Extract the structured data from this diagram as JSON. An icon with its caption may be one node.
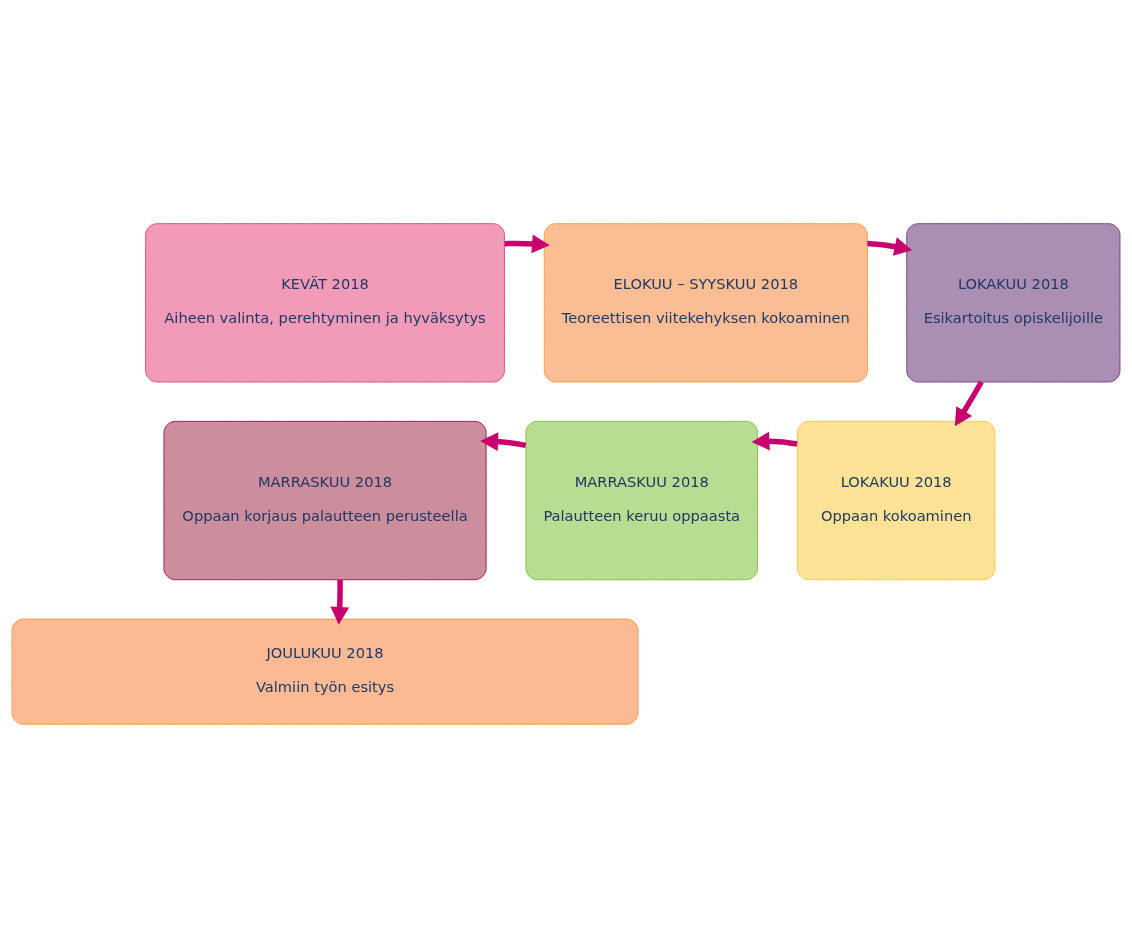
{
  "diagram": {
    "nodes": [
      {
        "text": [
          "KEVÄT 2018",
          "Aiheen valinta, perehtyminen ja hyväksytys"
        ]
      },
      {
        "text": [
          "ELOKUU – SYYSKUU 2018",
          "Teoreettisen viitekehyksen kokoaminen"
        ]
      },
      {
        "text": [
          "LOKAKUU 2018",
          "Esikartoitus opiskelijoille"
        ]
      },
      {
        "text": [
          "LOKAKUU 2018",
          "Oppaan kokoaminen"
        ]
      },
      {
        "text": [
          "MARRASKUU 2018",
          "Palautteen keruu oppaasta"
        ]
      },
      {
        "text": [
          "MARRASKUU 2018",
          "Oppaan korjaus palautteen perusteella"
        ]
      },
      {
        "text": [
          "JOULUKUU 2018",
          "Valmiin työn esitys"
        ]
      }
    ],
    "edges": [
      {
        "from": 0,
        "to": 1,
        "arrow": "to"
      },
      {
        "from": 1,
        "to": 2,
        "arrow": "to"
      },
      {
        "from": 2,
        "to": 3,
        "arrow": "to"
      },
      {
        "from": 3,
        "to": 4,
        "arrow": "to"
      },
      {
        "from": 4,
        "to": 5,
        "arrow": "to"
      },
      {
        "from": 5,
        "to": 6,
        "arrow": "to"
      }
    ]
  }
}
